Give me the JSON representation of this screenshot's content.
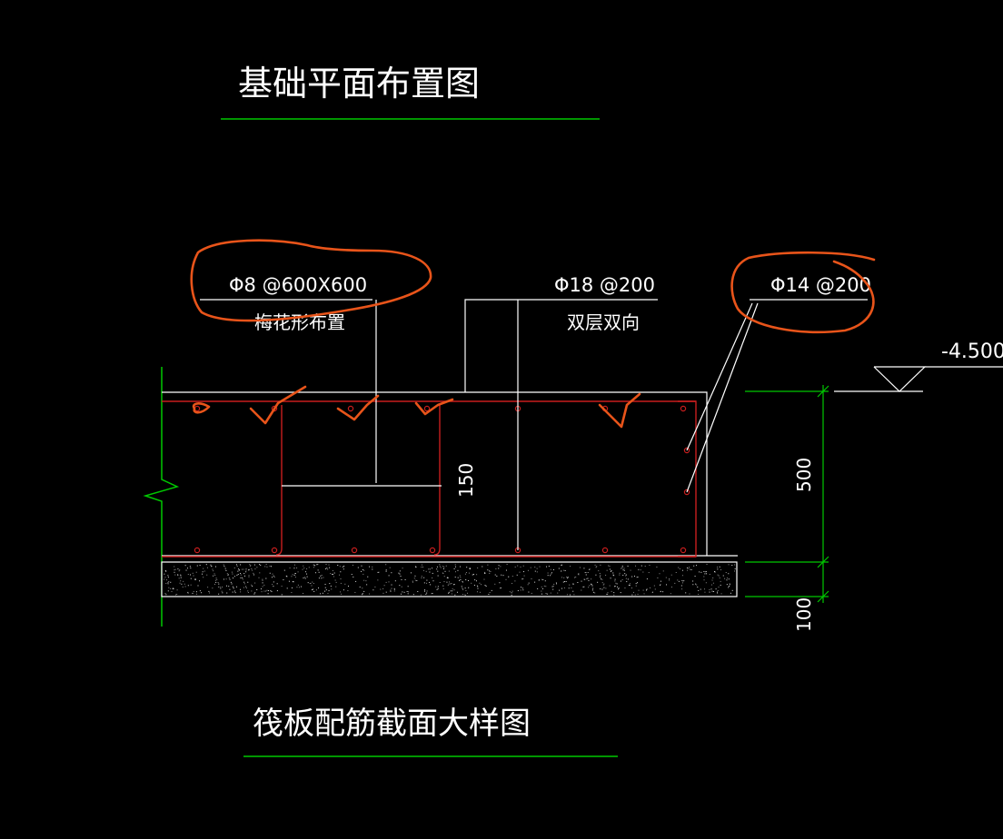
{
  "titles": {
    "top": "基础平面布置图",
    "bottom": "筏板配筋截面大样图"
  },
  "callouts": {
    "left": {
      "spec": "Φ8 @600X600",
      "note": "梅花形布置"
    },
    "mid": {
      "spec": "Φ18 @200",
      "note": "双层双向"
    },
    "right": {
      "spec": "Φ14 @200"
    }
  },
  "dimensions": {
    "slab_thickness": "500",
    "cushion_thickness": "100",
    "inner_spacing": "150"
  },
  "elevation": "-4.500",
  "colors": {
    "background": "#000000",
    "outline": "#ffffff",
    "rebar": "#c81e1e",
    "guide": "#00c800",
    "markup": "#e8541a"
  }
}
